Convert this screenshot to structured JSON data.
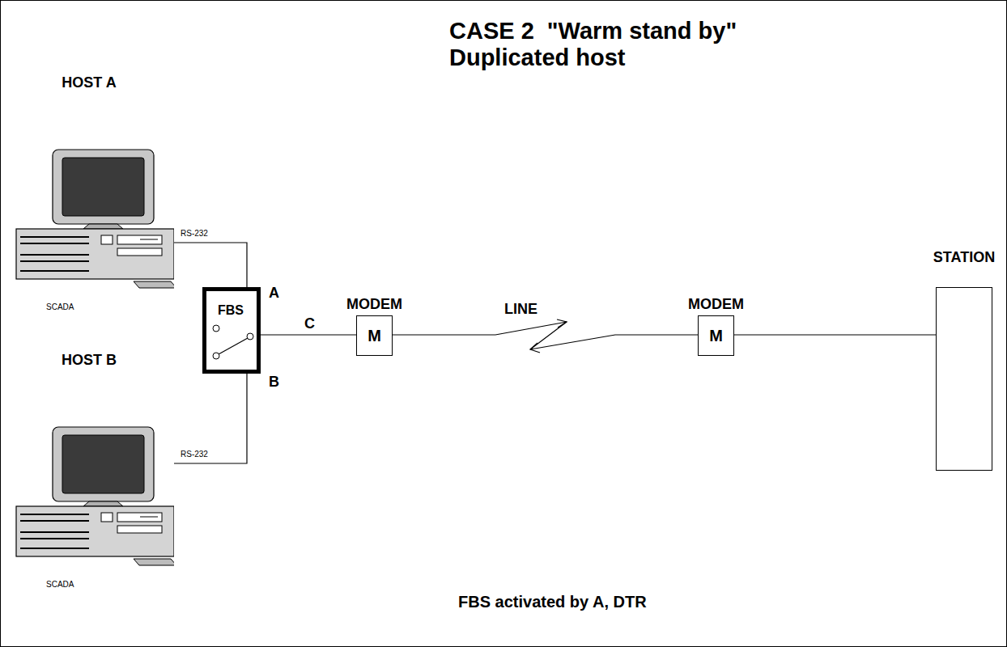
{
  "diagram": {
    "title": "CASE 2  \"Warm stand by\" Duplicated host",
    "caption": "FBS activated by A, DTR",
    "nodes": [
      {
        "text": [
          "HOST A",
          "SCADA"
        ]
      },
      {
        "text": [
          "FBS"
        ]
      },
      {
        "text": [
          "HOST B",
          "SCADA"
        ]
      },
      {
        "text": [
          "MODEM",
          "M"
        ]
      },
      {
        "text": [
          "MODEM",
          "M"
        ]
      },
      {
        "text": [
          "STATION"
        ]
      }
    ],
    "edges": [
      {
        "from": 0,
        "to": 1,
        "label": "RS-232",
        "arrow": "none"
      },
      {
        "from": 2,
        "to": 1,
        "label": "RS-232",
        "arrow": "none"
      },
      {
        "from": 1,
        "to": 3,
        "arrow": "none"
      },
      {
        "from": 3,
        "to": 4,
        "label": "LINE",
        "arrow": "none"
      },
      {
        "from": 4,
        "to": 5,
        "arrow": "none"
      }
    ],
    "labels": [
      "A",
      "C",
      "B"
    ]
  }
}
